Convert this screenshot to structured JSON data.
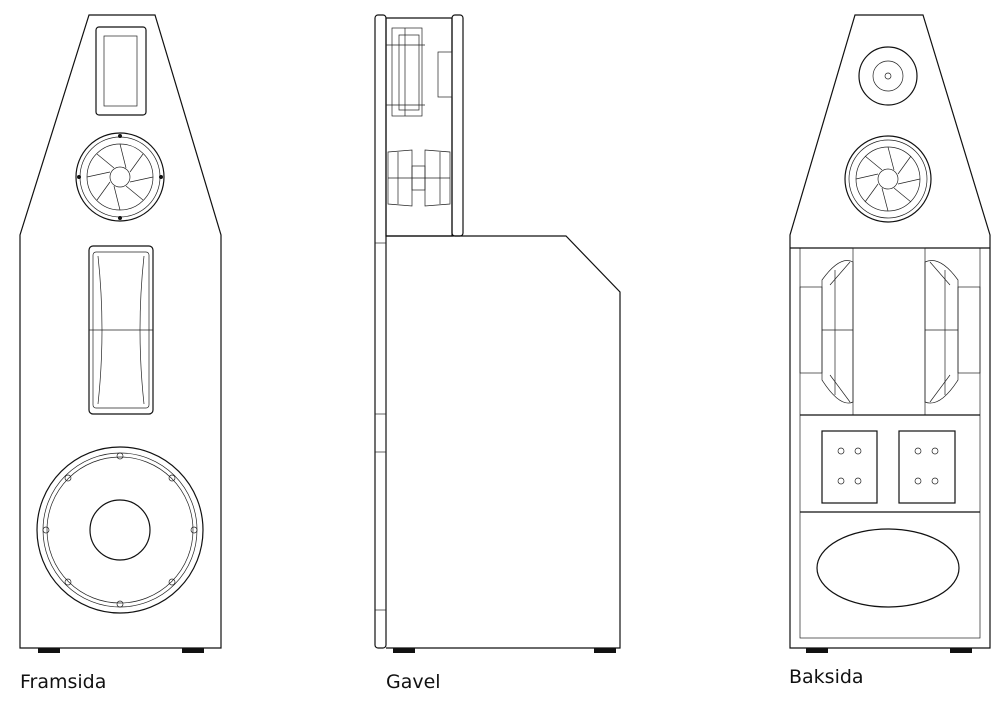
{
  "views": {
    "front": {
      "label": "Framsida"
    },
    "side": {
      "label": "Gavel"
    },
    "back": {
      "label": "Baksida"
    }
  }
}
